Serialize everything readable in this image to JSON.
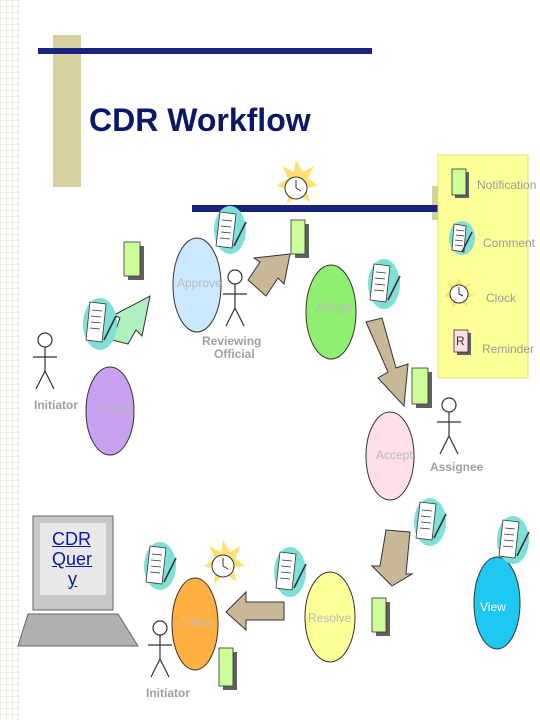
{
  "title": "CDR Workflow",
  "legend": {
    "notification": "Notification",
    "comment": "Comment",
    "clock": "Clock",
    "reminder": "Reminder",
    "reminder_glyph": "R"
  },
  "states": {
    "approve": "Approve",
    "assign": "Assign",
    "create": "Create",
    "accept": "Accept",
    "close": "Close",
    "resolve": "Resolve",
    "view": "View"
  },
  "actors": {
    "reviewing_official_line1": "Reviewing",
    "reviewing_official_line2": "Official",
    "initiator_top": "Initiator",
    "assignee": "Assignee",
    "initiator_bottom": "Initiator"
  },
  "query": {
    "line1": "CDR",
    "line2": "Quer",
    "line3": "y"
  },
  "colors": {
    "approve": "#cce8ff",
    "assign": "#90ee70",
    "create": "#c8a0f0",
    "accept": "#ffe0e8",
    "close": "#ffb040",
    "resolve": "#ffff99",
    "view": "#1ec8f0",
    "legend_bg": "#ffff99",
    "note": "#ccff99",
    "bar": "#1a237e",
    "olive": "#d4d0a0"
  }
}
